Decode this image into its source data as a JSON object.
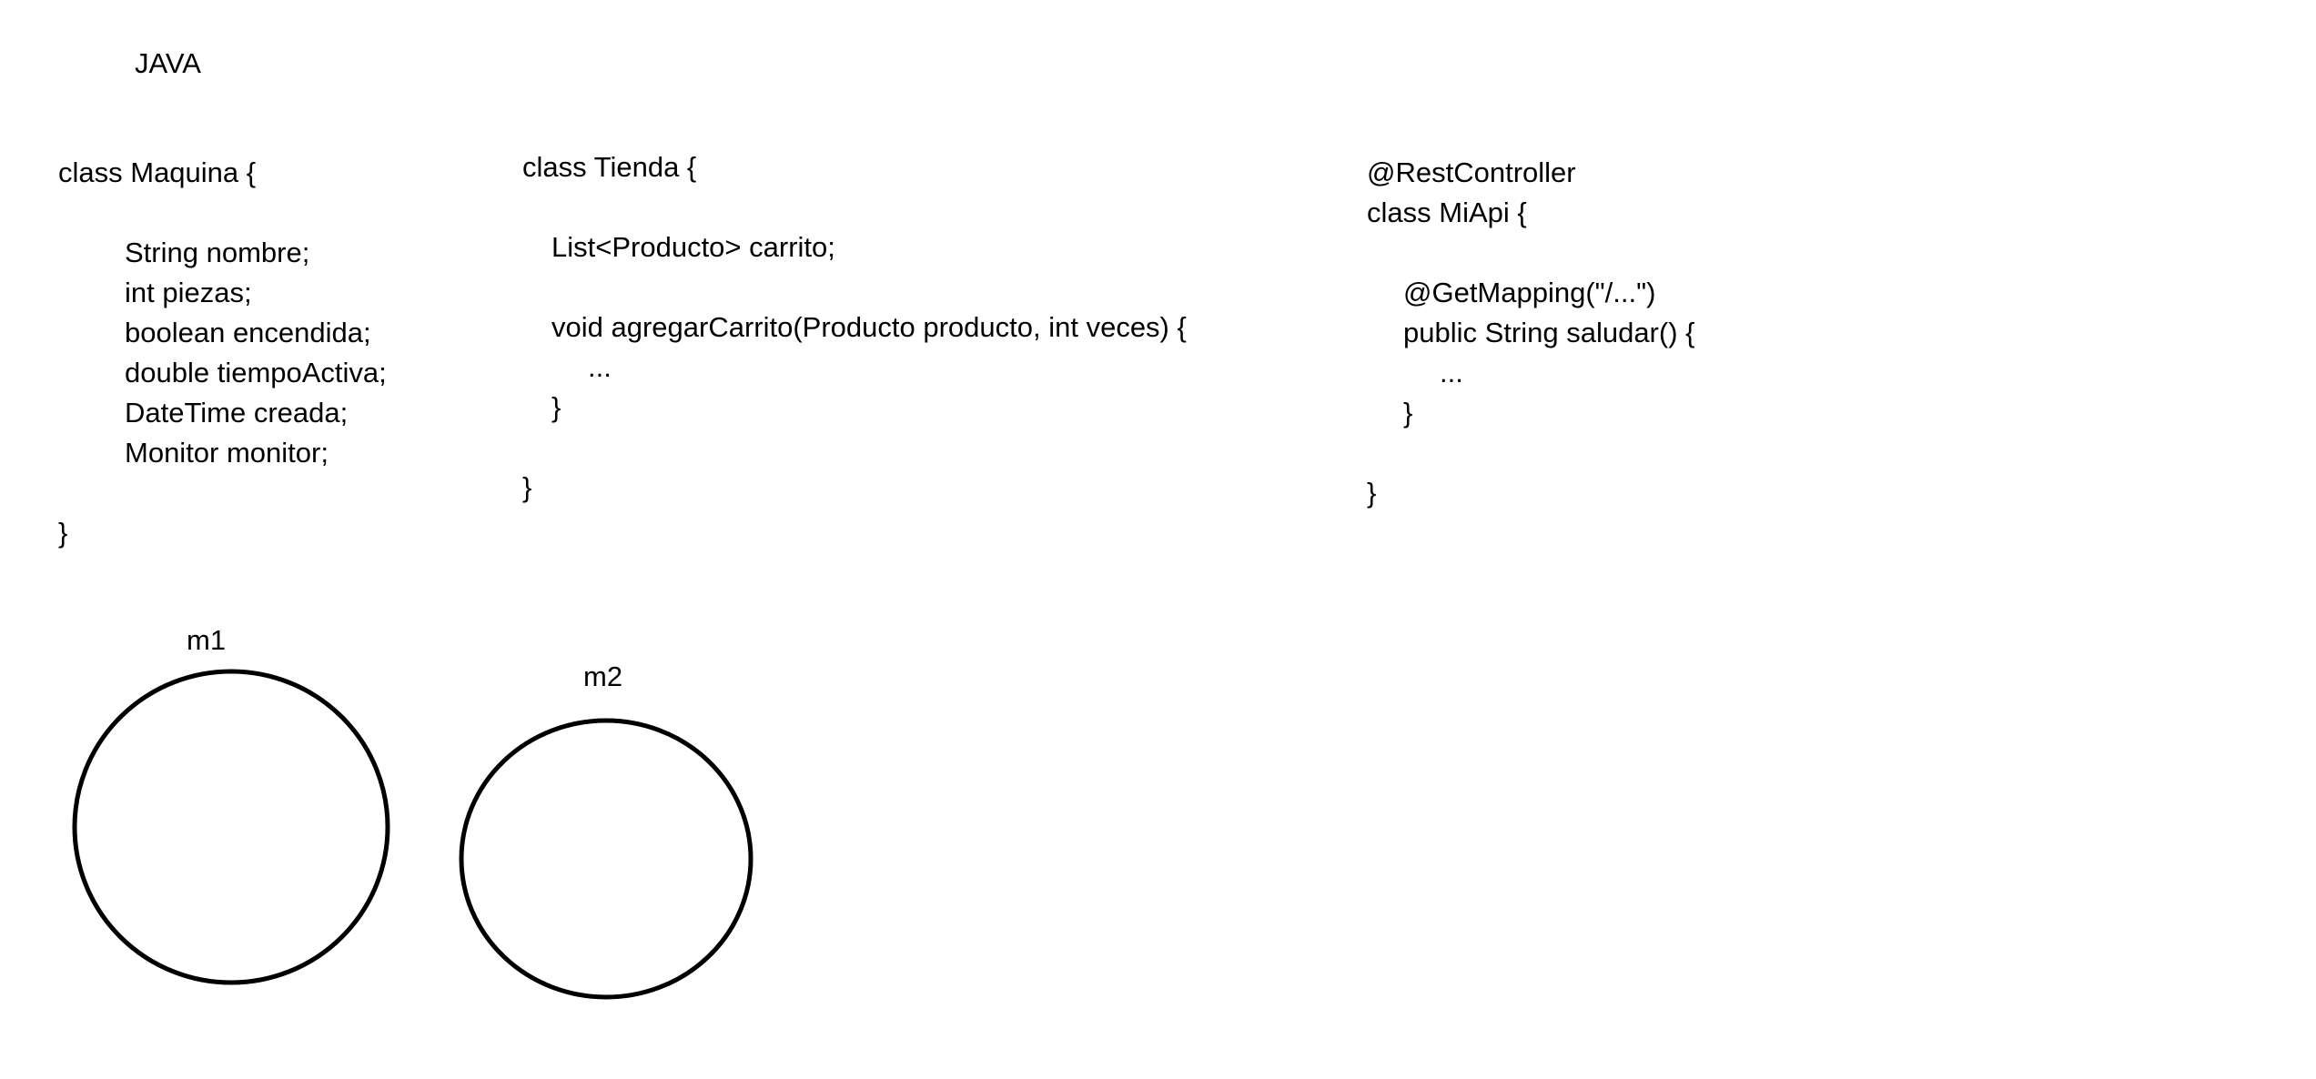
{
  "header": {
    "title": "JAVA"
  },
  "maquina": {
    "open": "class Maquina {",
    "fields": [
      "String nombre;",
      "int piezas;",
      "boolean encendida;",
      "double tiempoActiva;",
      "DateTime creada;",
      "Monitor monitor;"
    ],
    "close": "}"
  },
  "tienda": {
    "open": "class Tienda {",
    "field": "List<Producto> carrito;",
    "method_sig": "void agregarCarrito(Producto producto, int veces) {",
    "method_body": "...",
    "method_close": "}",
    "close": "}"
  },
  "miapi": {
    "annotation": "@RestController",
    "open": "class MiApi {",
    "method_annotation": "@GetMapping(\"/...\")",
    "method_sig": "public String saludar() {",
    "method_body": "...",
    "method_close": "}",
    "close": "}"
  },
  "objects": [
    {
      "label": "m1"
    },
    {
      "label": "m2"
    }
  ]
}
